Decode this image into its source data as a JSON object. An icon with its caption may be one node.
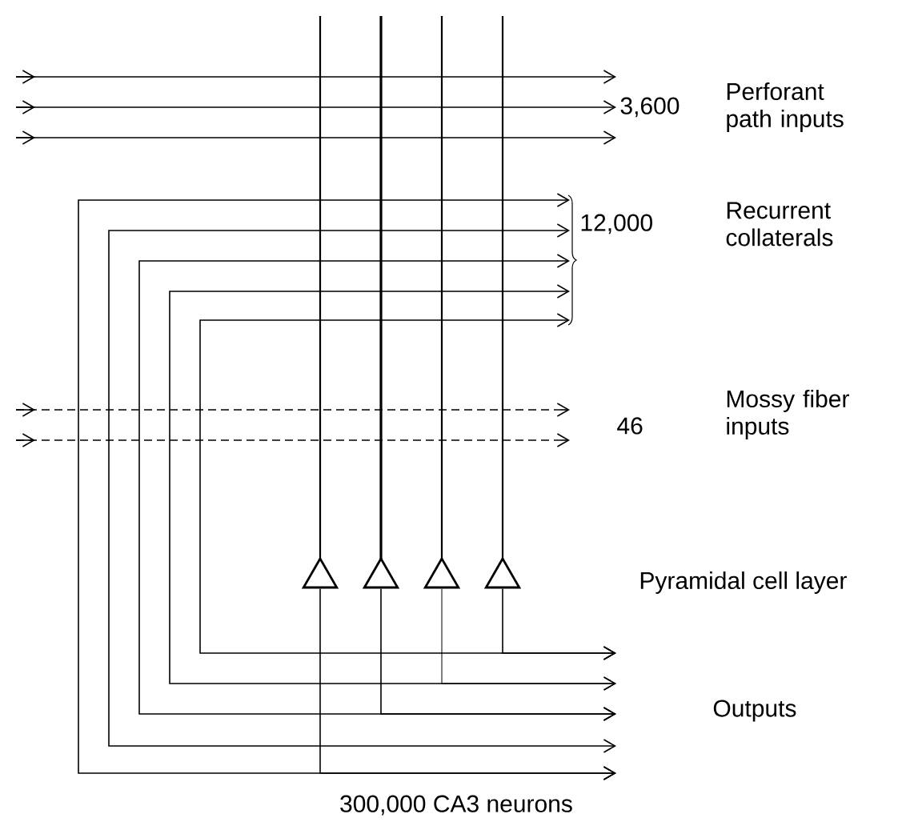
{
  "diagram": {
    "nodes": [
      {
        "text": [],
        "shape": "triangle"
      },
      {
        "text": [],
        "shape": "triangle"
      },
      {
        "text": [],
        "shape": "triangle"
      },
      {
        "text": [],
        "shape": "triangle"
      }
    ],
    "edges": [
      {
        "from": 0,
        "to": null,
        "arrow": "to"
      },
      {
        "from": 1,
        "to": null,
        "arrow": "to"
      },
      {
        "from": 2,
        "to": null,
        "arrow": "to"
      },
      {
        "from": 3,
        "to": null,
        "arrow": "to"
      }
    ],
    "labels": [
      "3,600",
      "Perforant path inputs",
      "12,000",
      "Recurrent collaterals",
      "46",
      "Mossy fiber inputs",
      "Pyramidal cell layer",
      "Outputs",
      "300,000 CA3 neurons"
    ]
  }
}
